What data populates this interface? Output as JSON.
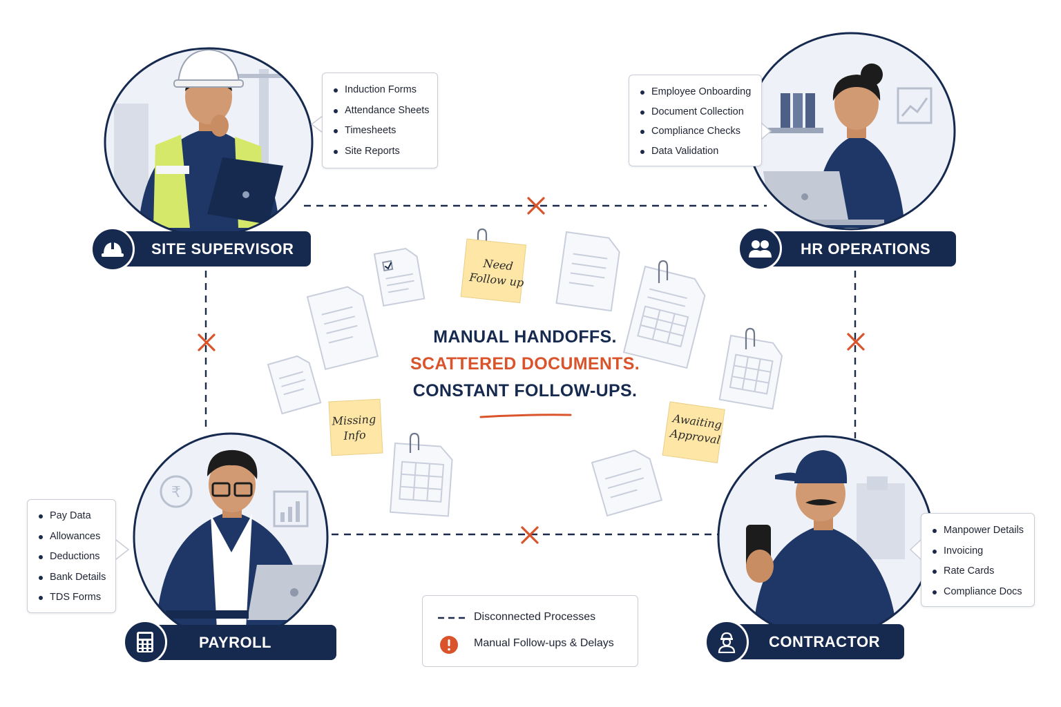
{
  "colors": {
    "navy": "#16294f",
    "accent_red": "#d9542b",
    "text_dark": "#1f2433"
  },
  "headline": {
    "line1": "MANUAL HANDOFFS.",
    "line2": "SCATTERED DOCUMENTS.",
    "line3": "CONSTANT FOLLOW-UPS."
  },
  "roles": {
    "site_supervisor": {
      "label": "SITE SUPERVISOR",
      "icon": "hard-hat-icon",
      "items": [
        "Induction Forms",
        "Attendance Sheets",
        "Timesheets",
        "Site Reports"
      ]
    },
    "hr_operations": {
      "label": "HR OPERATIONS",
      "icon": "people-icon",
      "items": [
        "Employee Onboarding",
        "Document Collection",
        "Compliance Checks",
        "Data Validation"
      ]
    },
    "payroll": {
      "label": "PAYROLL",
      "icon": "calculator-icon",
      "items": [
        "Pay Data",
        "Allowances",
        "Deductions",
        "Bank Details",
        "TDS Forms"
      ]
    },
    "contractor": {
      "label": "CONTRACTOR",
      "icon": "worker-icon",
      "items": [
        "Manpower Details",
        "Invoicing",
        "Rate Cards",
        "Compliance Docs"
      ]
    }
  },
  "sticky_notes": {
    "need_follow_up": {
      "line1": "Need",
      "line2": "Follow up"
    },
    "missing_info": {
      "line1": "Missing",
      "line2": "Info"
    },
    "awaiting_approval": {
      "line1": "Awaiting",
      "line2": "Approval"
    }
  },
  "legend": {
    "disconnected": "Disconnected Processes",
    "manual_followups": "Manual Follow-ups & Delays"
  }
}
